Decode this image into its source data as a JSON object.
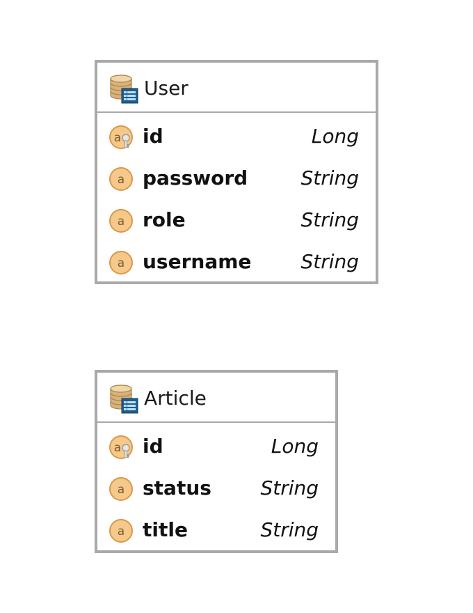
{
  "entities": [
    {
      "name": "User",
      "icon": "database-table-icon",
      "fields": [
        {
          "name": "id",
          "type": "Long",
          "icon": "primary-key-attribute-icon"
        },
        {
          "name": "password",
          "type": "String",
          "icon": "attribute-icon"
        },
        {
          "name": "role",
          "type": "String",
          "icon": "attribute-icon"
        },
        {
          "name": "username",
          "type": "String",
          "icon": "attribute-icon"
        }
      ]
    },
    {
      "name": "Article",
      "icon": "database-table-icon",
      "fields": [
        {
          "name": "id",
          "type": "Long",
          "icon": "primary-key-attribute-icon"
        },
        {
          "name": "status",
          "type": "String",
          "icon": "attribute-icon"
        },
        {
          "name": "title",
          "type": "String",
          "icon": "attribute-icon"
        }
      ]
    }
  ],
  "colors": {
    "border": "#a9a9a9",
    "attribute_fill": "#f6c98a",
    "attribute_stroke": "#d9984a",
    "key_color": "#c8c8c8",
    "db_fill": "#d8b27a",
    "table_badge": "#1f5f8f"
  }
}
